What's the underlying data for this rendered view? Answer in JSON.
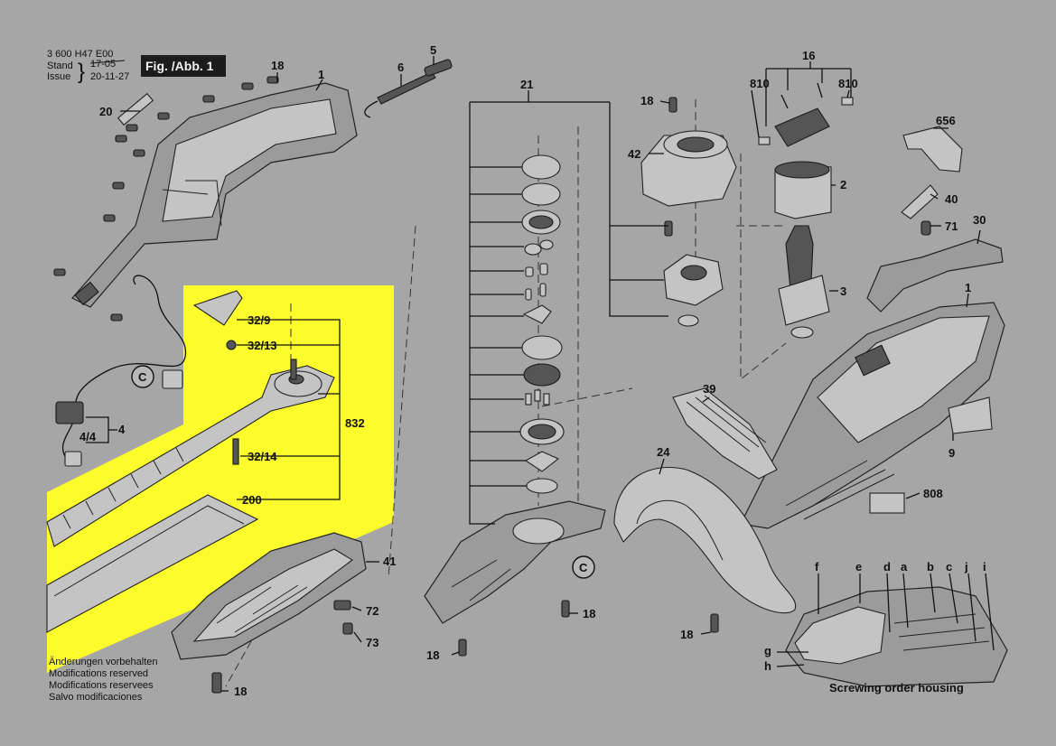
{
  "header": {
    "doc_number": "3 600 H47 E00",
    "stand_label": "Stand",
    "stand_date": "17-05",
    "issue_label": "Issue",
    "issue_date": "20-11-27",
    "figure_tag": "Fig. /Abb. 1"
  },
  "parts": {
    "p1a": "1",
    "p1b": "1",
    "p2": "2",
    "p3": "3",
    "p4": "4",
    "p4_4": "4/4",
    "p5": "5",
    "p6": "6",
    "p9": "9",
    "p16": "16",
    "p18a": "18",
    "p18b": "18",
    "p18c": "18",
    "p18d": "18",
    "p18e": "18",
    "p18f": "18",
    "p20": "20",
    "p21": "21",
    "p24": "24",
    "p30": "30",
    "p32_9": "32/9",
    "p32_13": "32/13",
    "p32_14": "32/14",
    "p39": "39",
    "p40": "40",
    "p41": "41",
    "p42": "42",
    "p71": "71",
    "p72": "72",
    "p73": "73",
    "p200": "200",
    "p656": "656",
    "p808": "808",
    "p810a": "810",
    "p810b": "810",
    "p832": "832"
  },
  "callouts": {
    "c1": "C",
    "c2": "C"
  },
  "screw_order": {
    "letters": [
      "f",
      "e",
      "d",
      "a",
      "b",
      "c",
      "j",
      "i",
      "g",
      "h"
    ],
    "caption": "Screwing order housing"
  },
  "disclaimer": [
    "Änderungen vorbehalten",
    "Modifications reserved",
    "Modifications reservees",
    "Salvo modificaciones"
  ],
  "colors": {
    "background": "#a6a6a6",
    "highlight": "#fcfc2c"
  }
}
